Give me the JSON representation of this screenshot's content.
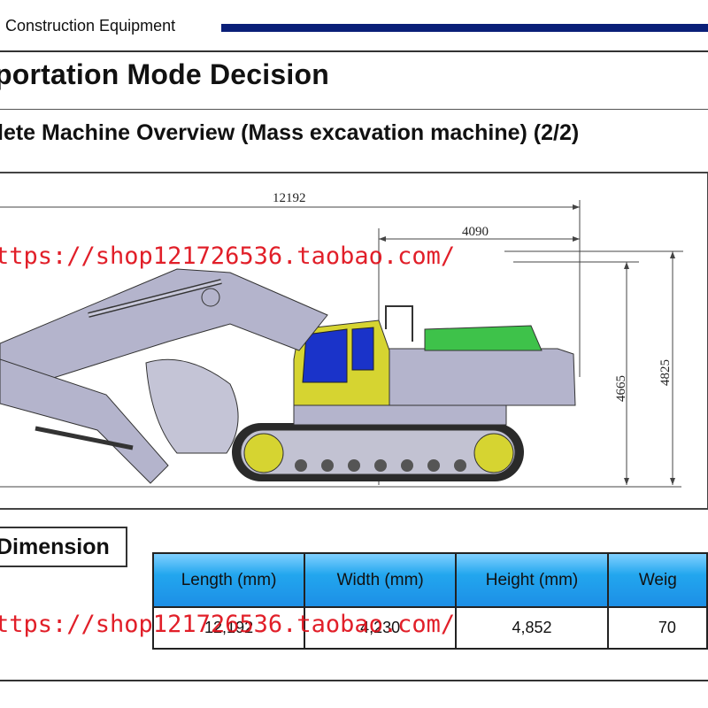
{
  "header": {
    "brand_text": "Construction Equipment"
  },
  "page": {
    "title": "portation Mode Decision",
    "subtitle": "lete Machine Overview  (Mass excavation machine) (2/2)"
  },
  "drawing": {
    "dim_overall_length": "12192",
    "dim_rear_length": "4090",
    "dim_cab_height": "4665",
    "dim_total_height": "4825",
    "colors": {
      "body": "#b4b4cc",
      "cab": "#d6d431",
      "engine": "#3ec24a",
      "window": "#1a33c9",
      "track": "#2a2a2a"
    }
  },
  "dimension_section": {
    "label": "Dimension"
  },
  "spec_table": {
    "headers": [
      "Length (mm)",
      "Width (mm)",
      "Height (mm)",
      "Weig"
    ],
    "values": [
      "12,192",
      "4,230",
      "4,852",
      "70"
    ]
  },
  "watermark": {
    "text": "ttps://shop121726536.taobao.com/"
  }
}
